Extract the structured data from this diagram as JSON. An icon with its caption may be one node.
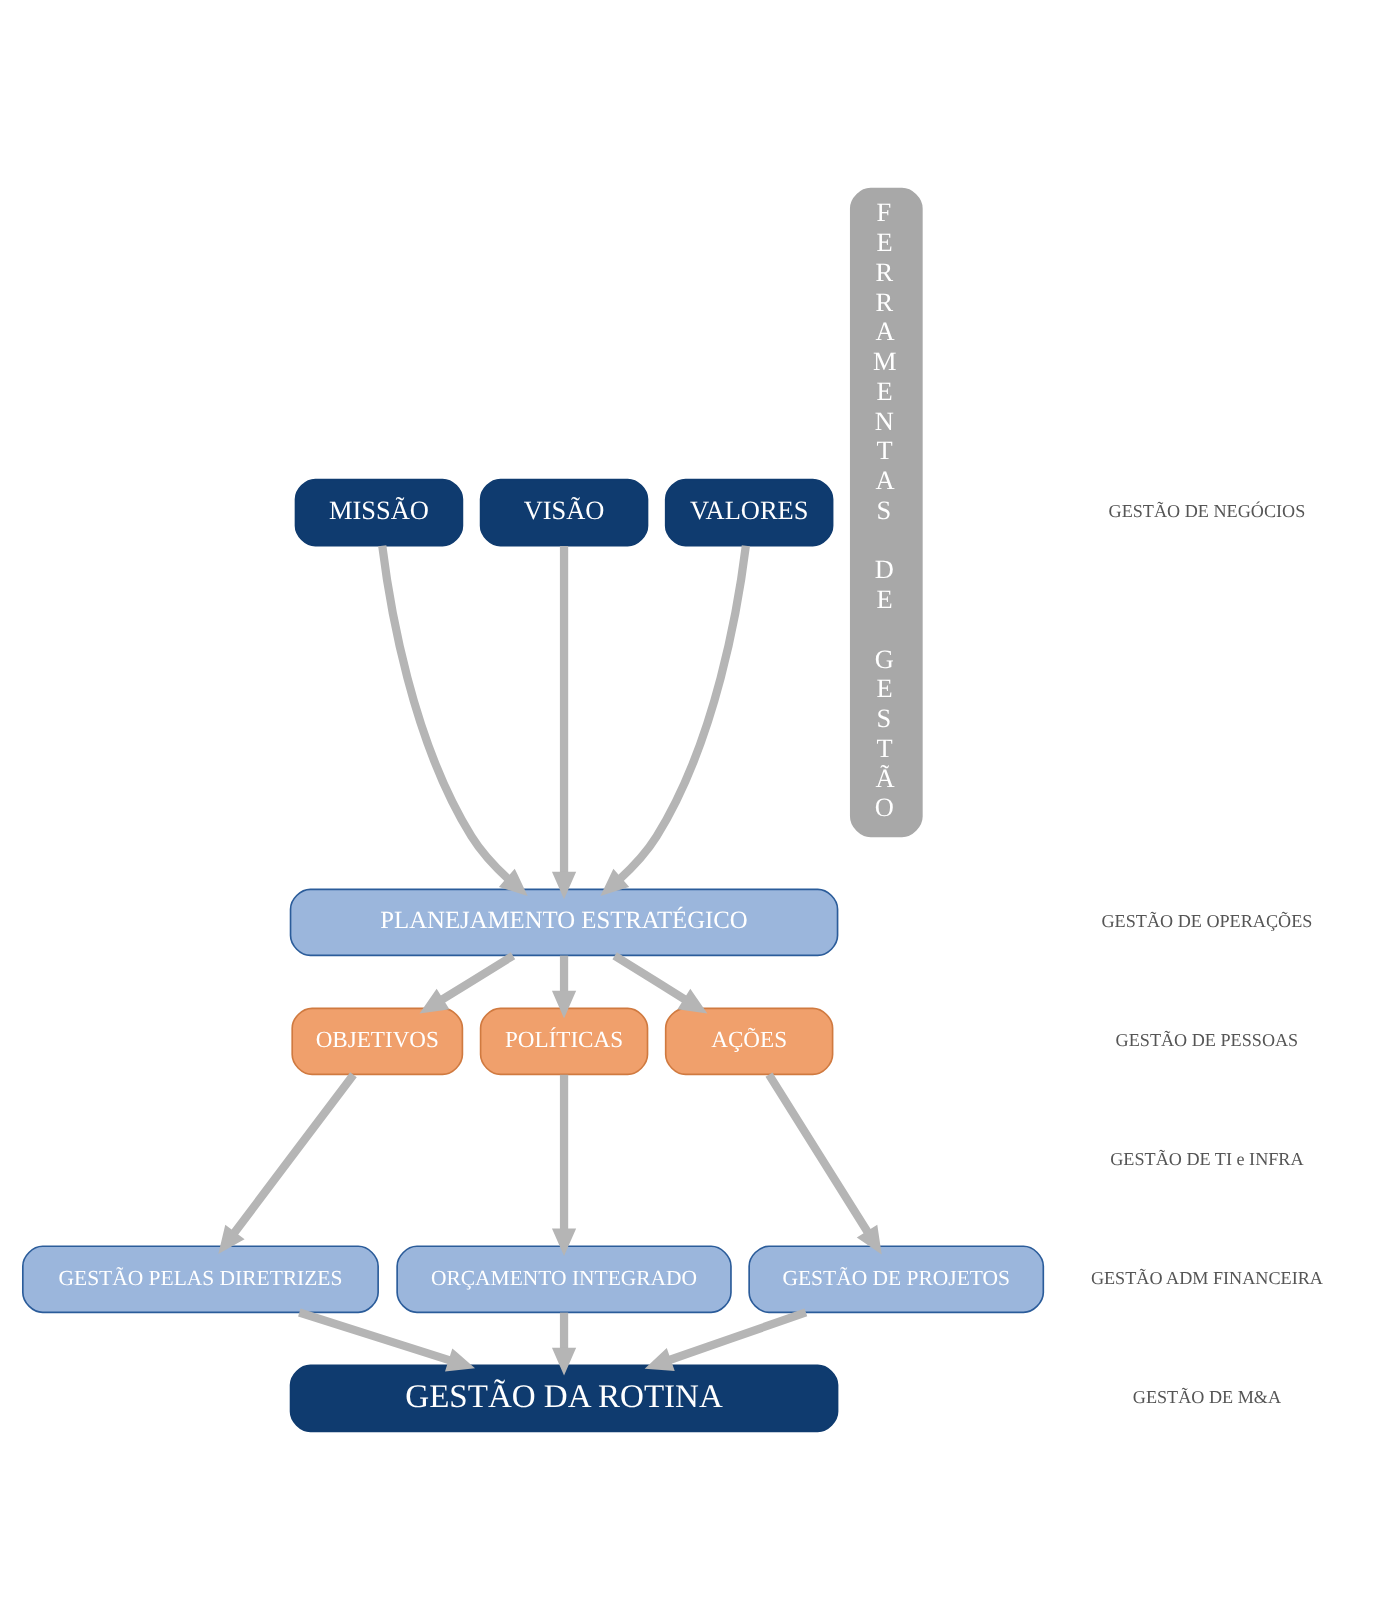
{
  "diagram": {
    "nodes": [
      {
        "text": [
          "MISSÃO"
        ]
      },
      {
        "text": [
          "VISÃO"
        ]
      },
      {
        "text": [
          "VALORES"
        ]
      },
      {
        "text": [
          "PLANEJAMENTO ESTRATÉGICO"
        ]
      },
      {
        "text": [
          "OBJETIVOS"
        ]
      },
      {
        "text": [
          "POLÍTICAS"
        ]
      },
      {
        "text": [
          "AÇÕES"
        ]
      },
      {
        "text": [
          "GESTÃO PELAS DIRETRIZES"
        ]
      },
      {
        "text": [
          "ORÇAMENTO INTEGRADO"
        ]
      },
      {
        "text": [
          "GESTÃO DE PROJETOS"
        ]
      },
      {
        "text": [
          "GESTÃO DA ROTINA"
        ]
      },
      {
        "text": [
          "FERRAMENTAS DE GESTÃO"
        ]
      }
    ],
    "edges": [
      {
        "from": 0,
        "to": 3,
        "arrow": "to"
      },
      {
        "from": 1,
        "to": 3,
        "arrow": "to"
      },
      {
        "from": 2,
        "to": 3,
        "arrow": "to"
      },
      {
        "from": 3,
        "to": 4,
        "arrow": "to"
      },
      {
        "from": 3,
        "to": 5,
        "arrow": "to"
      },
      {
        "from": 3,
        "to": 6,
        "arrow": "to"
      },
      {
        "from": 4,
        "to": 7,
        "arrow": "to"
      },
      {
        "from": 5,
        "to": 8,
        "arrow": "to"
      },
      {
        "from": 6,
        "to": 9,
        "arrow": "to"
      },
      {
        "from": 7,
        "to": 10,
        "arrow": "to"
      },
      {
        "from": 8,
        "to": 10,
        "arrow": "to"
      },
      {
        "from": 9,
        "to": 10,
        "arrow": "to"
      }
    ],
    "labels": [
      "GESTÃO DE NEGÓCIOS",
      "GESTÃO DE OPERAÇÕES",
      "GESTÃO DE PESSOAS",
      "GESTÃO DE TI e INFRA",
      "GESTÃO ADM FINANCEIRA",
      "GESTÃO DE M&A"
    ]
  }
}
